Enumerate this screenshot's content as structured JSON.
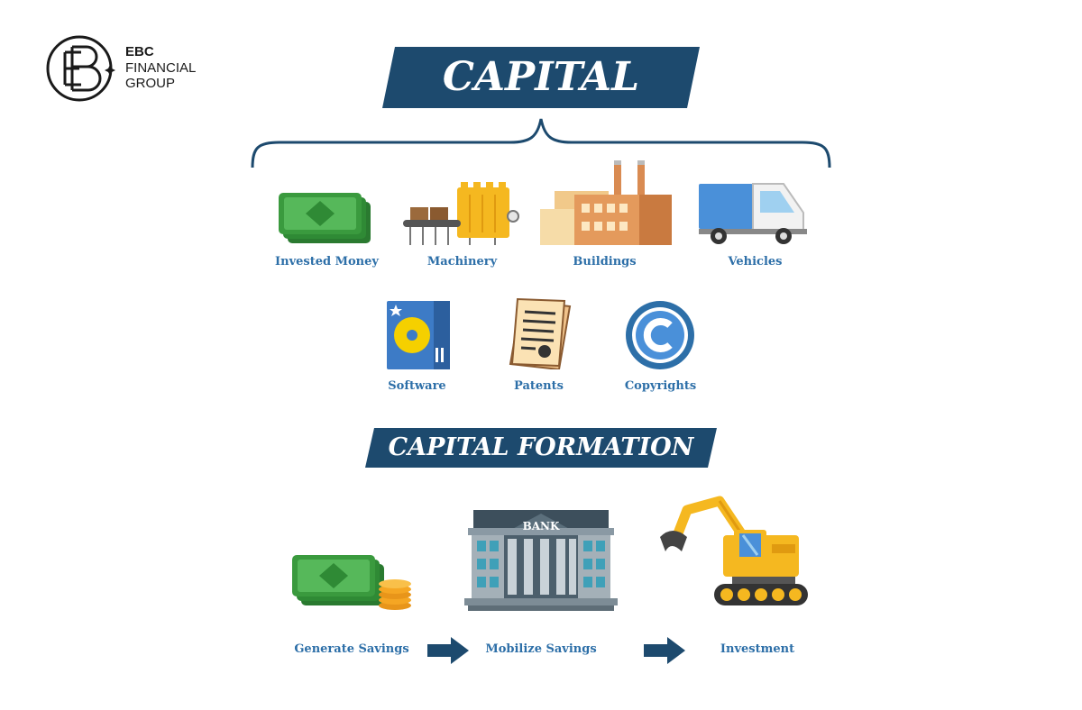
{
  "logo": {
    "line1": "EBC",
    "line2": "FINANCIAL",
    "line3": "GROUP"
  },
  "title": "CAPITAL",
  "capital_items": [
    {
      "label": "Invested Money",
      "icon": "money-icon"
    },
    {
      "label": "Machinery",
      "icon": "machinery-icon"
    },
    {
      "label": "Buildings",
      "icon": "buildings-icon"
    },
    {
      "label": "Vehicles",
      "icon": "truck-icon"
    },
    {
      "label": "Software",
      "icon": "software-icon"
    },
    {
      "label": "Patents",
      "icon": "patent-document-icon"
    },
    {
      "label": "Copyrights",
      "icon": "copyright-icon"
    }
  ],
  "formation": {
    "title": "CAPITAL FORMATION",
    "bank_sign": "BANK",
    "steps": [
      {
        "label": "Generate Savings",
        "icon": "money-coins-icon"
      },
      {
        "label": "Mobilize Savings",
        "icon": "bank-icon"
      },
      {
        "label": "Investment",
        "icon": "excavator-icon"
      }
    ]
  },
  "colors": {
    "navy": "#1d4a6e",
    "label_blue": "#2d6fa8",
    "money_green": "#3a9a3e",
    "orange": "#f5a623",
    "brick": "#d98b52",
    "truck_blue": "#4a90d9"
  }
}
